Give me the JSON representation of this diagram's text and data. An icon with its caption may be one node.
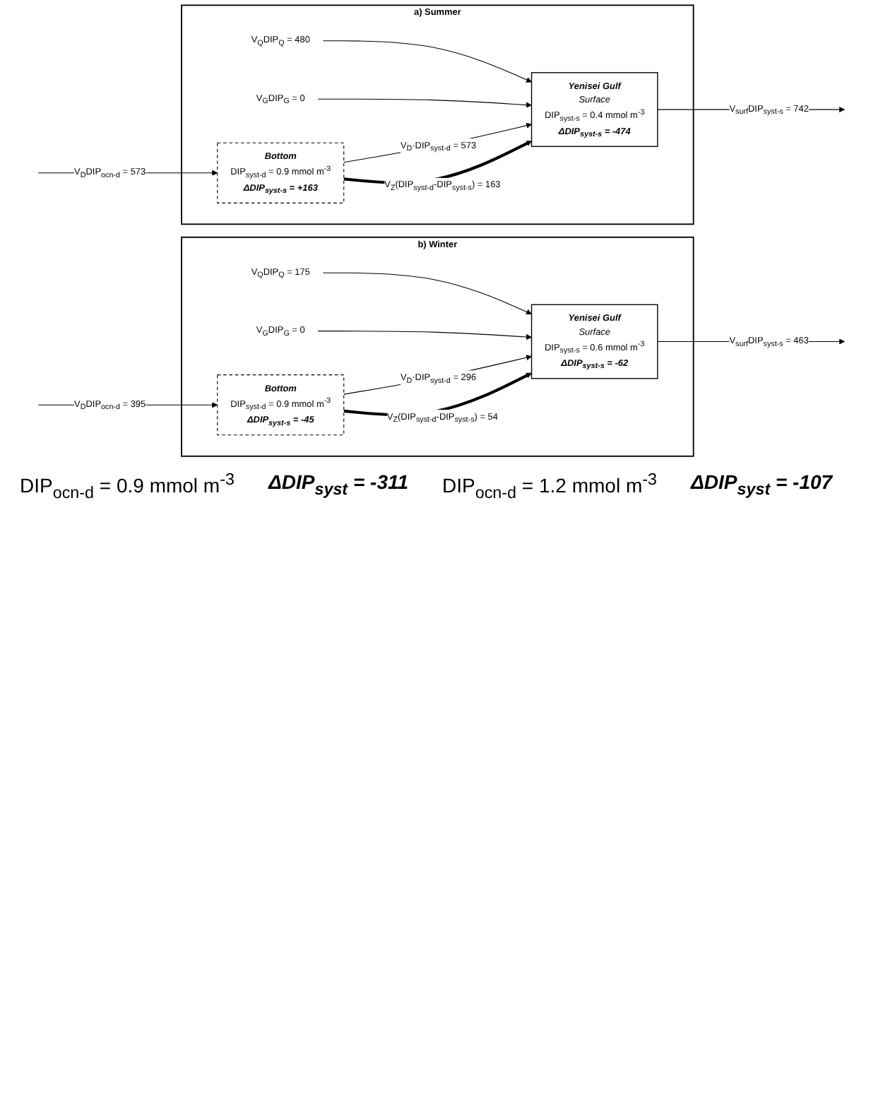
{
  "diagram": {
    "nodes": [
      {
        "text": [
          "a) Summer"
        ]
      },
      {
        "text": [
          "V$_{Q}$DIP$_{Q}$ = 480"
        ],
        "in": 0
      },
      {
        "text": [
          "V$_{G}$DIP$_{G}$ = 0"
        ],
        "in": 0
      },
      {
        "text": [
          "Yenisei Gulf",
          "Surface",
          "DIP$_{syst-s}$ = 0.4 mmol m$^{-3}$",
          "ΔDIP$_{syst-s}$ = -474"
        ],
        "in": 0
      },
      {
        "text": [
          "Bottom",
          "DIP$_{syst-d}$ = 0.9 mmol m$^{-3}$",
          "ΔDIP$_{syst-s}$ = +163"
        ],
        "in": 0
      },
      {
        "text": [
          "b) Winter"
        ]
      },
      {
        "text": [
          "V$_{Q}$DIP$_{Q}$ = 175"
        ],
        "in": 5
      },
      {
        "text": [
          "V$_{G}$DIP$_{G}$ = 0"
        ],
        "in": 5
      },
      {
        "text": [
          "Yenisei Gulf",
          "Surface",
          "DIP$_{syst-s}$ = 0.6 mmol m$^{-3}$",
          "ΔDIP$_{syst-s}$ = -62"
        ],
        "in": 5
      },
      {
        "text": [
          "Bottom",
          "DIP$_{syst-d}$ = 0.9 mmol m$^{-3}$",
          "ΔDIP$_{syst-s}$ = -45"
        ],
        "in": 5
      }
    ],
    "edges": [
      {
        "from": 1,
        "to": 3,
        "arrow": "to"
      },
      {
        "from": 2,
        "to": 3,
        "arrow": "to"
      },
      {
        "from": 3,
        "to": null,
        "arrow": "to",
        "label": "V$_{surf}$DIP$_{syst-s}$ = 742"
      },
      {
        "from": 4,
        "to": 3,
        "arrow": "to",
        "label": "V$_{D}$·DIP$_{syst-d}$ = 573"
      },
      {
        "from": 4,
        "to": 3,
        "arrow": "to",
        "label": "V$_{Z}$(DIP$_{syst-d}$-DIP$_{syst-s}$) = 163",
        "style": "thick"
      },
      {
        "from": null,
        "to": 4,
        "arrow": "to",
        "label": "V$_{D}$DIP$_{ocn-d}$ = 573"
      },
      {
        "from": 6,
        "to": 8,
        "arrow": "to"
      },
      {
        "from": 7,
        "to": 8,
        "arrow": "to"
      },
      {
        "from": 8,
        "to": null,
        "arrow": "to",
        "label": "V$_{surf}$DIP$_{syst-s}$ = 463"
      },
      {
        "from": 9,
        "to": 8,
        "arrow": "to",
        "label": "V$_{D}$·DIP$_{syst-d}$ = 296"
      },
      {
        "from": 9,
        "to": 8,
        "arrow": "to",
        "label": "V$_{Z}$(DIP$_{syst-d}$-DIP$_{syst-s}$) = 54",
        "style": "thick"
      },
      {
        "from": null,
        "to": 9,
        "arrow": "to",
        "label": "V$_{D}$DIP$_{ocn-d}$ = 395"
      }
    ],
    "labels": [
      "DIP$_{ocn-d}$ = 0.9 mmol m$^{-3}$",
      "ΔDIP$_{syst}$ = -311",
      "DIP$_{ocn-d}$ = 1.2 mmol m$^{-3}$",
      "ΔDIP$_{syst}$ = -107"
    ]
  }
}
